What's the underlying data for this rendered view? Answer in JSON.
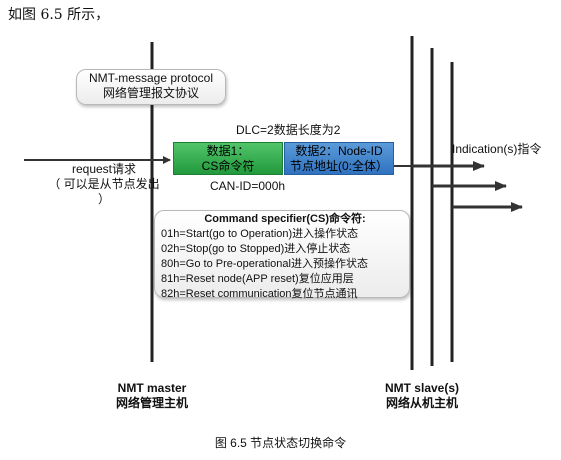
{
  "intro_text": "如图 6.5 所示，",
  "protocol_bubble": {
    "line1": "NMT-message protocol",
    "line2": "网络管理报文协议"
  },
  "dlc_label": "DLC=2数据长度为2",
  "byte1": {
    "line1": "数据1：",
    "line2": "CS命令符"
  },
  "byte2": {
    "line1": "数据2：Node-ID",
    "line2": "节点地址(0:全体）"
  },
  "can_id": "CAN-ID=000h",
  "request": {
    "line1": "request请求",
    "line2": "（ 可以是从节点发出 ）"
  },
  "indication": "Indication(s)指令",
  "command_box": {
    "title": "Command specifier(CS)命令符:",
    "lines": [
      "01h=Start(go to Operation)进入操作状态",
      "02h=Stop(go to Stopped)进入停止状态",
      "80h=Go to Pre-operational进入预操作状态",
      "81h=Reset node(APP reset)复位应用层",
      "82h=Reset communication复位节点通讯"
    ]
  },
  "master_label": {
    "line1": "NMT master",
    "line2": "网络管理主机"
  },
  "slave_label": {
    "line1": "NMT slave(s)",
    "line2": "网络从机主机"
  },
  "caption": "图 6.5 节点状态切换命令"
}
